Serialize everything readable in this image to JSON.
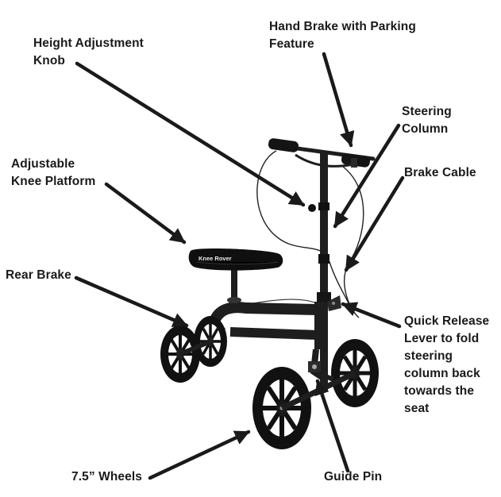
{
  "labels": {
    "height_adjustment_knob": "Height Adjustment\nKnob",
    "hand_brake": "Hand Brake with Parking\nFeature",
    "steering_column": "Steering\nColumn",
    "adjustable_knee_platform": "Adjustable\nKnee Platform",
    "brake_cable": "Brake Cable",
    "rear_brake": "Rear Brake",
    "quick_release_lever": "Quick Release\nLever to fold\nsteering\ncolumn back\ntowards the\nseat",
    "wheels": "7.5” Wheels",
    "guide_pin": "Guide Pin"
  },
  "product": {
    "brand_text": "Knee Rover"
  },
  "colors": {
    "text": "#1a1a1a",
    "arrow": "#1a1a1a",
    "frame": "#1e1e1e",
    "tire": "#111111",
    "background": "#ffffff"
  }
}
